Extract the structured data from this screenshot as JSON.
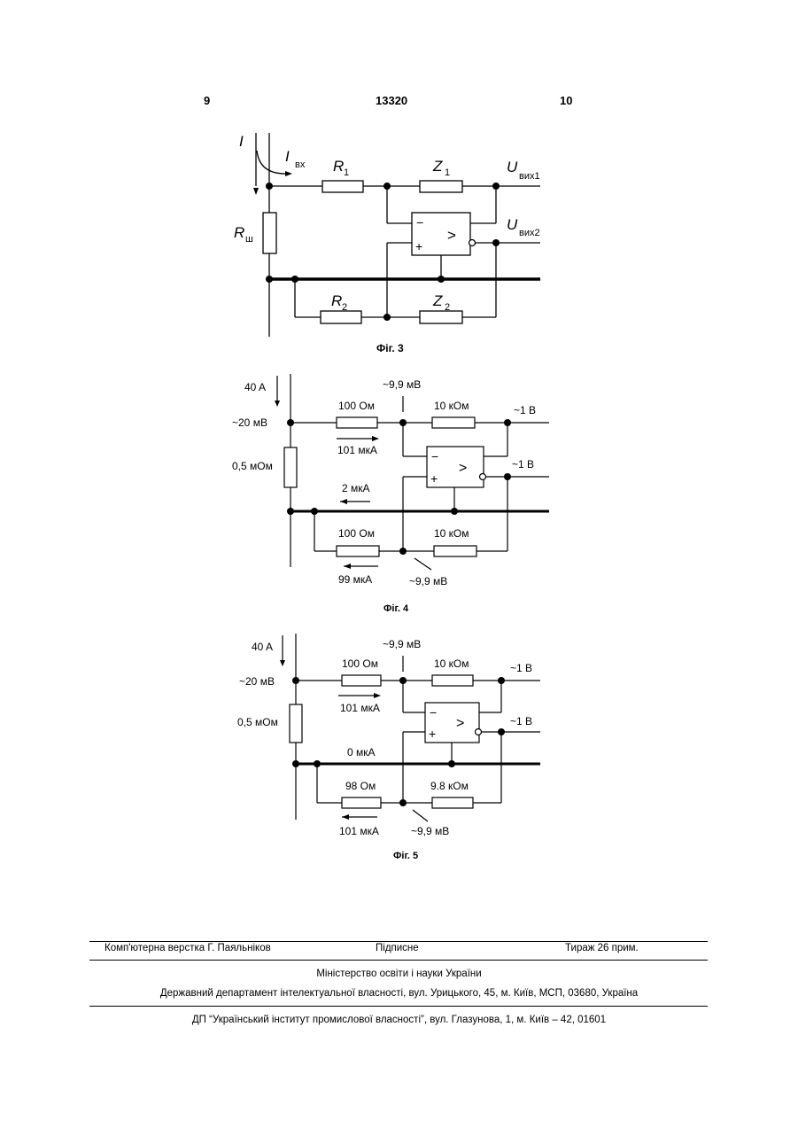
{
  "header": {
    "page_left": "9",
    "patent_number": "13320",
    "page_right": "10"
  },
  "fig3": {
    "caption": "Фіг. 3",
    "I": "I",
    "I_in": "I",
    "I_in_sub": "вх",
    "R1": "R",
    "R1_sub": "1",
    "Z1": "Z",
    "Z1_sub": "1",
    "R2": "R",
    "R2_sub": "2",
    "Z2": "Z",
    "Z2_sub": "2",
    "Rsh": "R",
    "Rsh_sub": "ш",
    "Uout1": "U",
    "Uout1_sub": "вих1",
    "Uout2": "U",
    "Uout2_sub": "вих2",
    "minus": "−",
    "plus": "+",
    "amp": ">"
  },
  "fig4": {
    "caption": "Фіг. 4",
    "current_in": "40 A",
    "v_in": "~20 мВ",
    "shunt": "0,5 мОм",
    "r_top": "100 Ом",
    "i_top": "101 мкА",
    "z_top": "10 кОм",
    "v_node_top": "~9,9 мВ",
    "out1": "~1 В",
    "out2": "~1 В",
    "i_bus": "2 мкА",
    "r_bot": "100 Ом",
    "z_bot": "10 кОм",
    "i_bot": "99 мкА",
    "v_node_bot": "~9,9 мВ",
    "minus": "−",
    "plus": "+",
    "amp": ">"
  },
  "fig5": {
    "caption": "Фіг. 5",
    "current_in": "40 A",
    "v_in": "~20 мВ",
    "shunt": "0,5 мОм",
    "r_top": "100 Ом",
    "i_top": "101 мкА",
    "z_top": "10 кОм",
    "v_node_top": "~9,9 мВ",
    "out1": "~1 В",
    "out2": "~1 В",
    "i_bus": "0 мкА",
    "r_bot": "98 Ом",
    "z_bot": "9.8 кОм",
    "i_bot": "101 мкА",
    "v_node_bot": "~9,9 мВ",
    "minus": "−",
    "plus": "+",
    "amp": ">"
  },
  "footer": {
    "typesetting": "Комп'ютерна верстка Г. Паяльніков",
    "signed": "Підписне",
    "print_run": "Тираж 26 прим.",
    "ministry": "Міністерство освіти і науки України",
    "department": "Державний департамент інтелектуальної власності, вул. Урицького, 45, м. Київ, МСП, 03680, Україна",
    "institute": "ДП “Український інститут промислової власності”, вул. Глазунова, 1, м. Київ – 42, 01601"
  }
}
